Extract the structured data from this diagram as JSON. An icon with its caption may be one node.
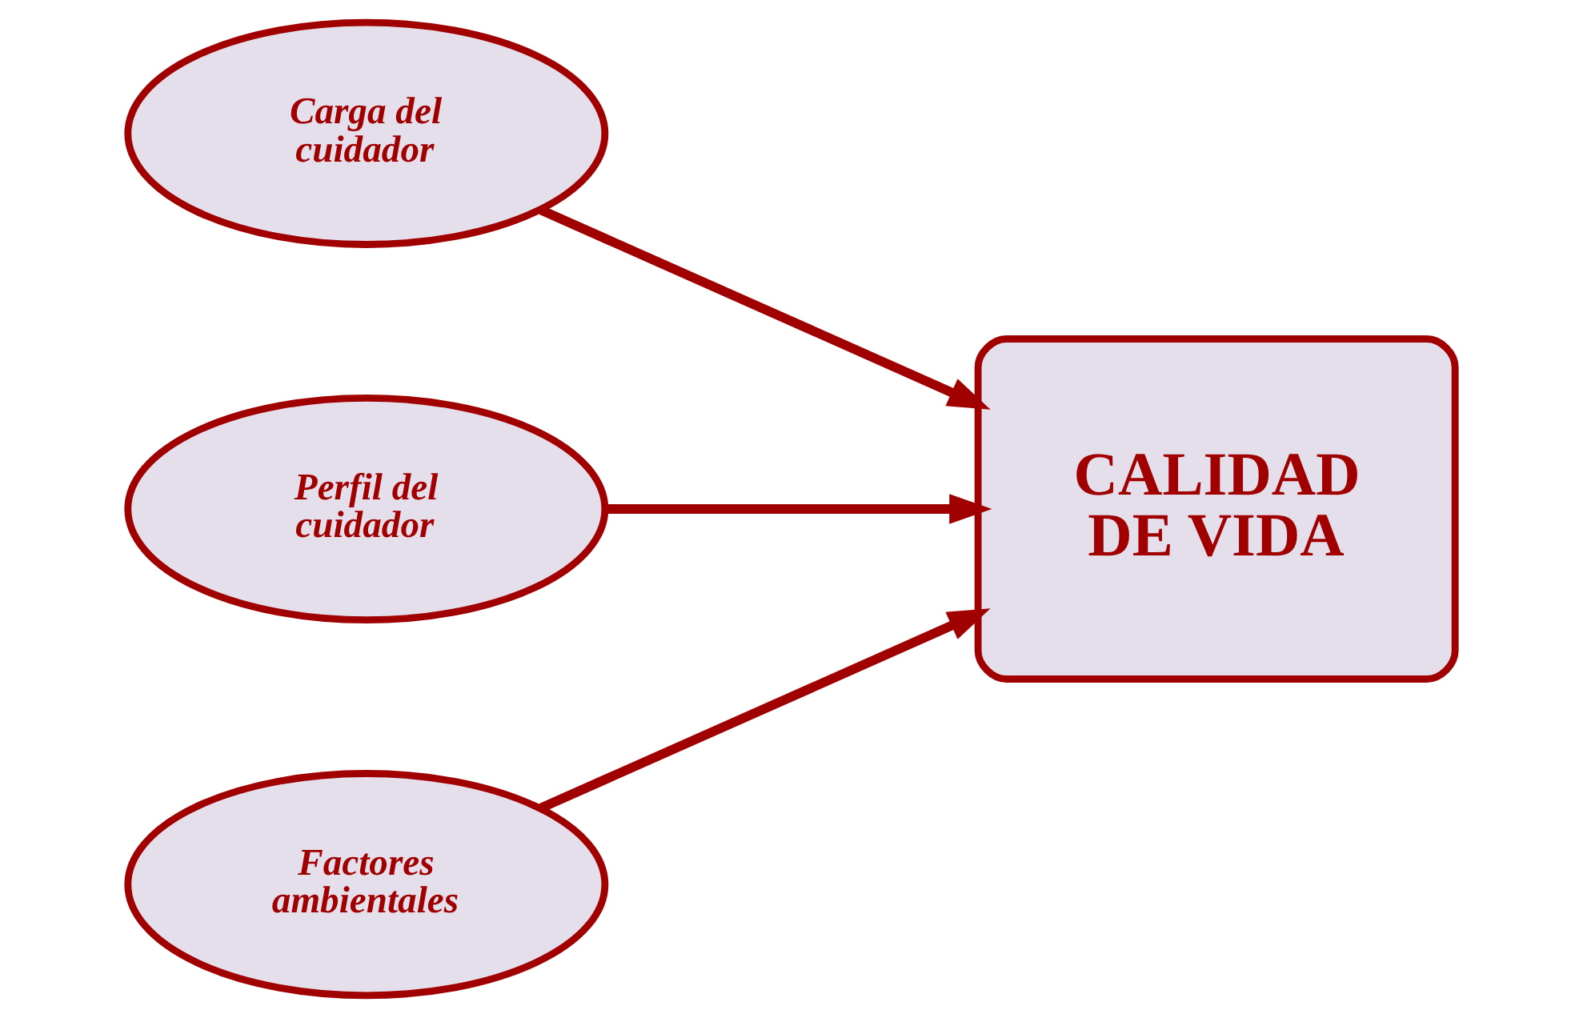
{
  "diagram": {
    "nodes": [
      {
        "text": [
          "Carga del cuidador"
        ]
      },
      {
        "text": [
          "Perfil del cuidador"
        ]
      },
      {
        "text": [
          "Factores ambientales"
        ]
      },
      {
        "text": [
          "CALIDAD DE VIDA"
        ]
      }
    ],
    "edges": [
      {
        "from": 0,
        "to": 3,
        "arrow": "to"
      },
      {
        "from": 1,
        "to": 3,
        "arrow": "to"
      },
      {
        "from": 2,
        "to": 3,
        "arrow": "to"
      }
    ]
  }
}
